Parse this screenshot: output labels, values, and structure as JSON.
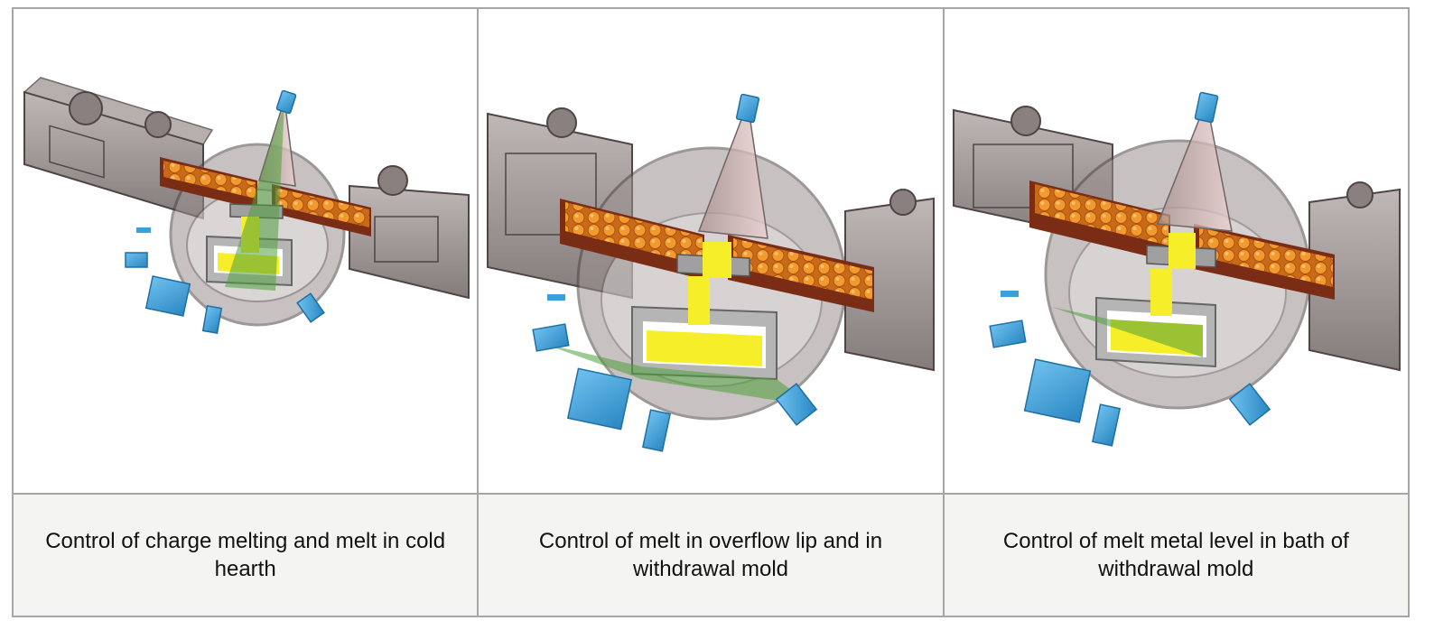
{
  "panels": [
    {
      "illustration": "furnace-top-view-hearth-beam",
      "caption": "Control of charge melting and melt in cold hearth"
    },
    {
      "illustration": "furnace-top-view-overflow-beam",
      "caption": "Control of melt in overflow lip and in withdrawal mold"
    },
    {
      "illustration": "furnace-top-view-level-beam",
      "caption": "Control of melt metal level in bath of withdrawal mold"
    }
  ],
  "colors": {
    "housing": "#8f8584",
    "housing_dark": "#5f5655",
    "charge_bar": "#7a2c14",
    "charge_balls": "#f29a2e",
    "melt": "#f7ee2a",
    "mold_frame": "#b5b5b5",
    "sensor_blue": "#3aa0db",
    "camera_cone": "#d9b7b5",
    "beam_green": "#4f9f3a"
  }
}
